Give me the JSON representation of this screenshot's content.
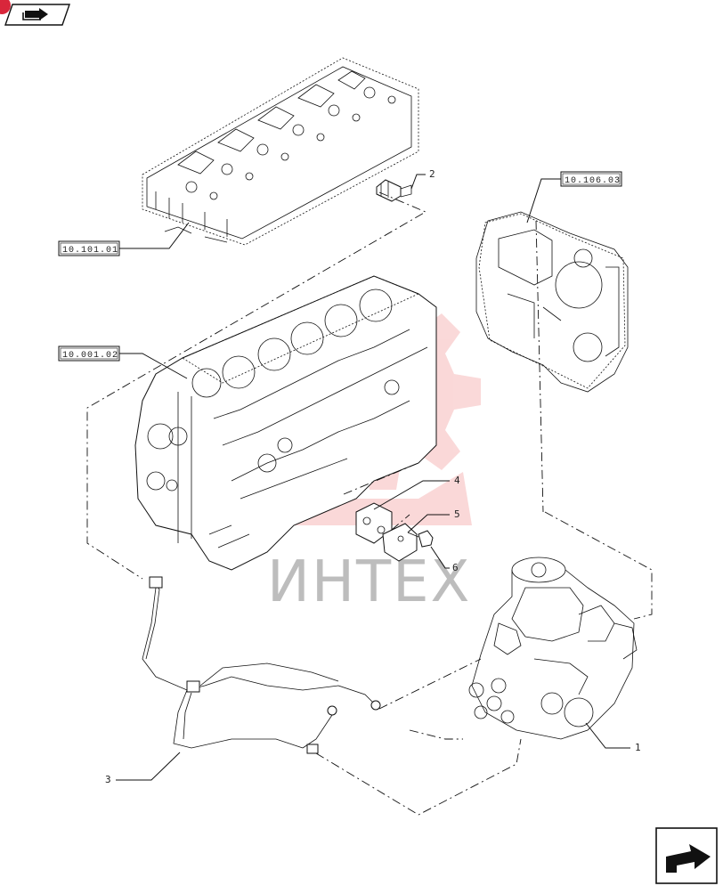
{
  "references": {
    "cylinder_head": "10.101.01",
    "timing_case": "10.106.03",
    "engine_block": "10.001.02"
  },
  "callouts": {
    "c1": "1",
    "c2": "2",
    "c3": "3",
    "c4": "4",
    "c5": "5",
    "c6": "6"
  },
  "watermark": {
    "text": "ИНТЕХ",
    "gear_color": "#f2a8a8"
  },
  "icons": {
    "top_left": "book-arrow-icon",
    "bottom_right": "next-page-arrow-icon"
  }
}
